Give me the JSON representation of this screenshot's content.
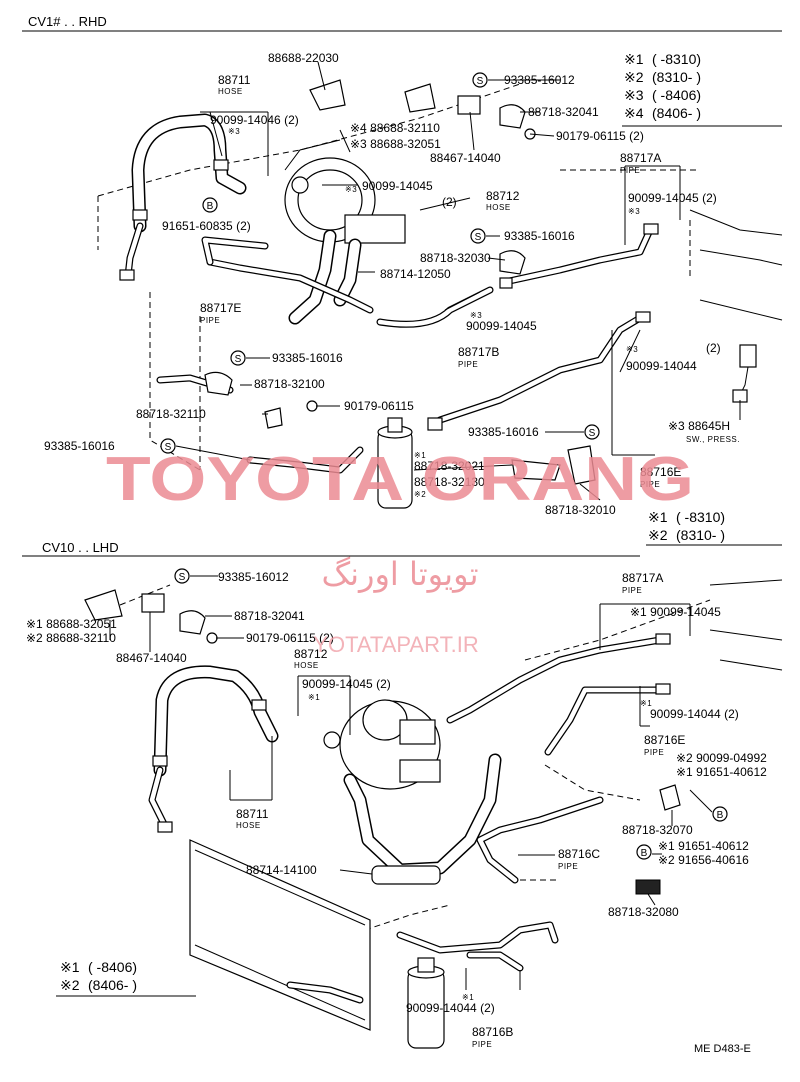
{
  "sections": {
    "rhd": "CV1# . . RHD",
    "lhd": "CV10 . . LHD"
  },
  "top": {
    "legend": [
      {
        "mark": "※1",
        "text": "(       -8310)"
      },
      {
        "mark": "※2",
        "text": "(8310-        )"
      },
      {
        "mark": "※3",
        "text": "(       -8406)"
      },
      {
        "mark": "※4",
        "text": "(8406-        )"
      }
    ],
    "legend2": [
      {
        "mark": "※1",
        "text": "(       -8310)"
      },
      {
        "mark": "※2",
        "text": "(8310-        )"
      }
    ],
    "labels": {
      "p88688_22030": "88688-22030",
      "p88711": "88711",
      "hose1": "HOSE",
      "p93385_16012": "93385-16012",
      "p90099_14046": "90099-14046 (2)",
      "m3a": "※3",
      "p88718_32041": "88718-32041",
      "p88688_32110": "※4 88688-32110",
      "p88688_32051": "※3 88688-32051",
      "p90179_06115a": "90179-06115 (2)",
      "p88467_14040": "88467-14040",
      "p88717A": "88717A",
      "pipeA": "PIPE",
      "m3b": "※3",
      "p90099_14045a": "90099-14045",
      "p88712": "88712",
      "p88712q": "(2)",
      "hose2": "HOSE",
      "p90099_14045b": "90099-14045 (2)",
      "m3c": "※3",
      "p91651_60835": "91651-60835 (2)",
      "p93385_16016a": "93385-16016",
      "p88718_32030": "88718-32030",
      "p88714_12050": "88714-12050",
      "p88717E": "88717E",
      "pipeE": "PIPE",
      "m3d": "※3",
      "p90099_14045c": "90099-14045",
      "p88717B": "88717B",
      "pipeB": "PIPE",
      "m3e": "※3",
      "q2": "(2)",
      "p90099_14044": "90099-14044",
      "p93385_16016b": "93385-16016",
      "p88718_32100": "88718-32100",
      "p90179_06115b": "90179-06115",
      "p88718_32110": "88718-32110",
      "p88645H": "※3 88645H",
      "sw": "SW., PRESS.",
      "p93385_16016c": "93385-16016",
      "p93385_16016d": "93385-16016",
      "m1a": "※1",
      "p88718_32021": "88718-32021",
      "p88718_32130": "88718-32130",
      "m2a": "※2",
      "p88716E": "88716E",
      "pipeE2": "PIPE",
      "p88718_32010": "88718-32010"
    }
  },
  "bottom": {
    "legend": [
      {
        "mark": "※1",
        "text": "(       -8406)"
      },
      {
        "mark": "※2",
        "text": "(8406-        )"
      }
    ],
    "labels": {
      "p93385_16012": "93385-16012",
      "p88688_32051": "※1 88688-32051",
      "p88688_32110": "※2 88688-32110",
      "p88718_32041": "88718-32041",
      "p90179_06115": "90179-06115 (2)",
      "p88467_14040": "88467-14040",
      "p88712": "88712",
      "hose1": "HOSE",
      "p90099_14045": "90099-14045 (2)",
      "m1a": "※1",
      "p88717A": "88717A",
      "pipeA": "PIPE",
      "p90099_14045b": "※1 90099-14045",
      "m1b": "※1",
      "p90099_14044a": "90099-14044 (2)",
      "p88716E": "88716E",
      "pipeE": "PIPE",
      "p90099_04992": "※2 90099-04992",
      "p91651_40612a": "※1 91651-40612",
      "p88711": "88711",
      "hose2": "HOSE",
      "p88718_32070": "88718-32070",
      "p88714_14100": "88714-14100",
      "p88716C": "88716C",
      "pipeC": "PIPE",
      "p91651_40612b": "※1 91651-40612",
      "p91656_40616": "※2 91656-40616",
      "p88718_32080": "88718-32080",
      "m1c": "※1",
      "p90099_14044b": "90099-14044 (2)",
      "p88716B": "88716B",
      "pipeB": "PIPE",
      "code": "ME D483-E"
    }
  },
  "watermark": {
    "main": "TOYOTA ORANG",
    "arabic": "تويوتا اورنگ",
    "url": "YOTATAPART.IR"
  },
  "colors": {
    "watermark": "#ec8b93",
    "ink": "#000000"
  }
}
